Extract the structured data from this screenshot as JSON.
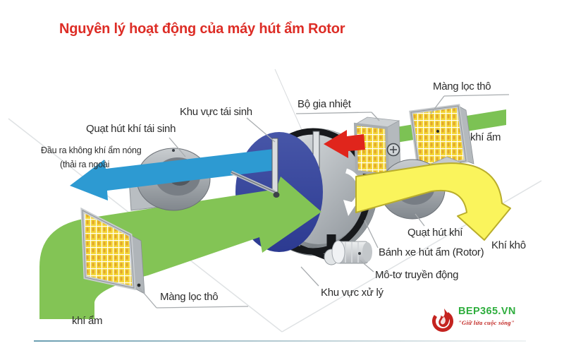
{
  "title": "Nguyên lý hoạt động của máy hút ẩm Rotor",
  "labels": {
    "regeneration_area": "Khu vực tái sinh",
    "regeneration_fan": "Quạt hút khí tái sinh",
    "hot_air_outlet_line1": "Đầu ra không khí ẩm nóng",
    "hot_air_outlet_line2": "(thải ra ngoài",
    "heater": "Bộ gia nhiệt",
    "coarse_filter_top": "Màng lọc thô",
    "humid_air_right": "khí ẩm",
    "air_fan": "Quạt hút khí",
    "dry_air": "Khí khô",
    "rotor_wheel": "Bánh xe hút ẩm (Rotor)",
    "drive_motor": "Mô-tơ truyền động",
    "processing_area": "Khu vực xử lý",
    "coarse_filter_bottom": "Màng lọc thô",
    "humid_air_bottom": "khí ẩm"
  },
  "logo": {
    "brand": "BEP365.VN",
    "tagline": "\"Giữ lửa cuộc sống\""
  },
  "colors": {
    "title_red": "#dd2d26",
    "arrow_blue": "#2d9ad2",
    "arrow_green": "#83c455",
    "arrow_red": "#e0251c",
    "arrow_yellow": "#faf45c",
    "rotor_blue": "#32409a",
    "filter_yellow": "#f4d636",
    "brand_green": "#2fae3e",
    "brand_red": "#c0221e"
  }
}
